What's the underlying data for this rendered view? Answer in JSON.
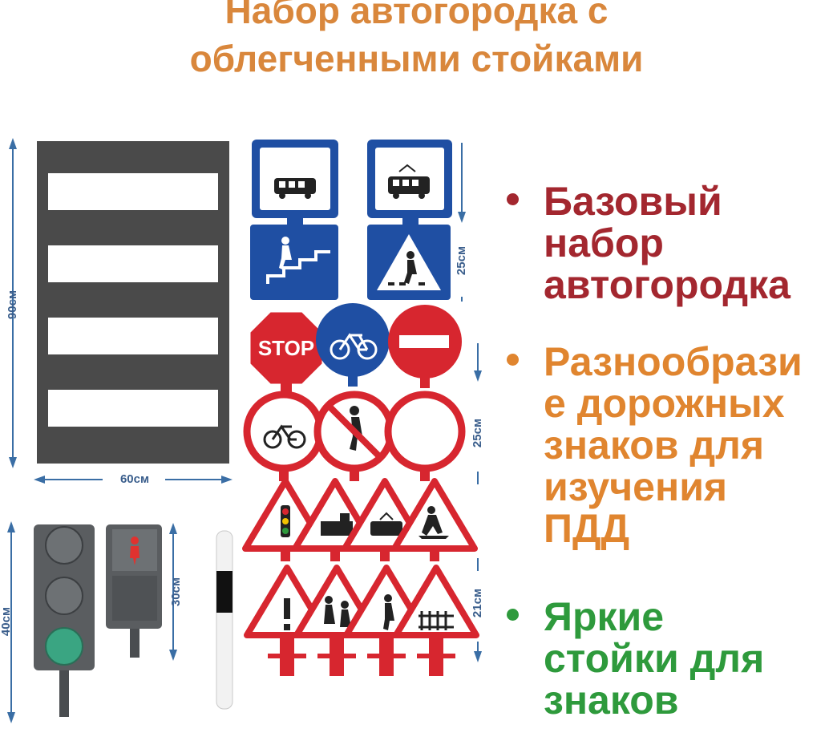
{
  "title": {
    "line1": "Набор автогородка с",
    "line2": "облегченными стойками"
  },
  "dimensions": {
    "crosswalk_height": "90см",
    "crosswalk_width": "60см",
    "traffic_light_height": "40см",
    "pedestrian_light_height": "30см",
    "square_signs_height": "25см",
    "round_signs_height": "25см",
    "triangle_signs_height": "21см"
  },
  "signs": {
    "stop_label": "STOP"
  },
  "bullets": [
    {
      "color": "#a3272f",
      "lines": [
        "Базовый",
        "набор",
        "автогородка"
      ]
    },
    {
      "color": "#e0852f",
      "lines": [
        "Разнообрази",
        "е дорожных",
        "знаков для",
        "изучения",
        "ПДД"
      ]
    },
    {
      "color": "#2e9a3c",
      "lines": [
        "Яркие",
        "стойки для",
        "знаков"
      ]
    }
  ],
  "colors": {
    "title": "#d9873c",
    "sign_blue": "#1f4fa3",
    "sign_red": "#d7262f",
    "dimension_blue": "#3a5e8c",
    "crosswalk_gray": "#4a4a4a"
  }
}
